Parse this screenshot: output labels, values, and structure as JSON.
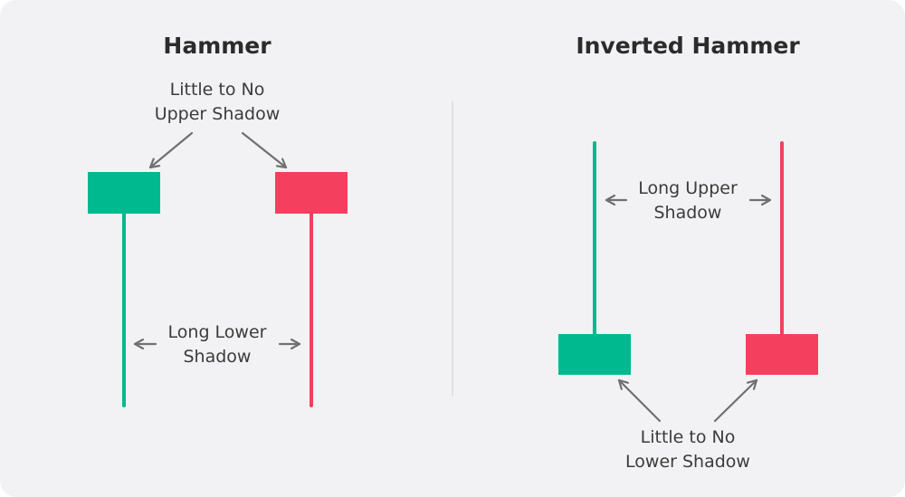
{
  "colors": {
    "bullish": "#00b98f",
    "bearish": "#f4405e",
    "arrow": "#707070",
    "text": "#3b3b3b",
    "background": "#f2f2f4"
  },
  "hammer": {
    "title": "Hammer",
    "upper_label": [
      "Little to No",
      "Upper Shadow"
    ],
    "lower_label": [
      "Long Lower",
      "Shadow"
    ]
  },
  "inverted_hammer": {
    "title": "Inverted Hammer",
    "upper_label": [
      "Long Upper",
      "Shadow"
    ],
    "lower_label": [
      "Little to No",
      "Lower Shadow"
    ]
  },
  "icons": [
    "arrow-icon"
  ]
}
